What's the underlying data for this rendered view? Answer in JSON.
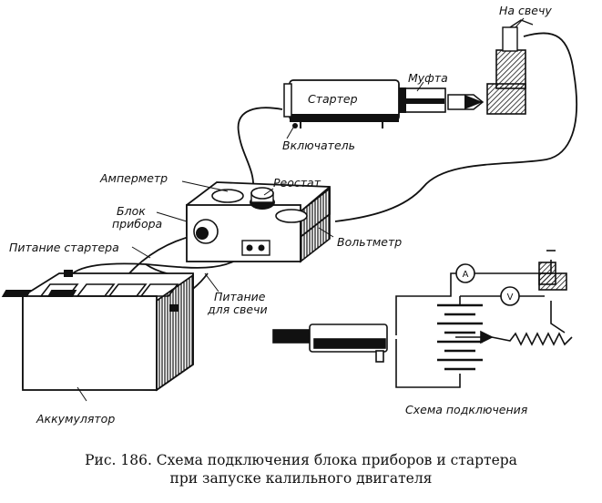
{
  "labels": {
    "na_svechu": "На свечу",
    "mufta": "Муфта",
    "starter": "Стартер",
    "vklyuchatel": "Включатель",
    "ampermetr": "Амперметр",
    "reostat": "Реостат",
    "blok_line1": "Блок",
    "blok_line2": "прибора",
    "voltmetr": "Вольтметр",
    "pitanie_startera": "Питание стартера",
    "pitanie_line1": "Питание",
    "pitanie_line2": "для свечи",
    "akkumulyator": "Аккумулятор",
    "skhema_podklyucheniya": "Схема подключения",
    "meter_a": "A",
    "meter_v": "V"
  },
  "caption": {
    "line1": "Рис. 186. Схема подключения блока приборов и стартера",
    "line2": "при запуске калильного двигателя"
  }
}
